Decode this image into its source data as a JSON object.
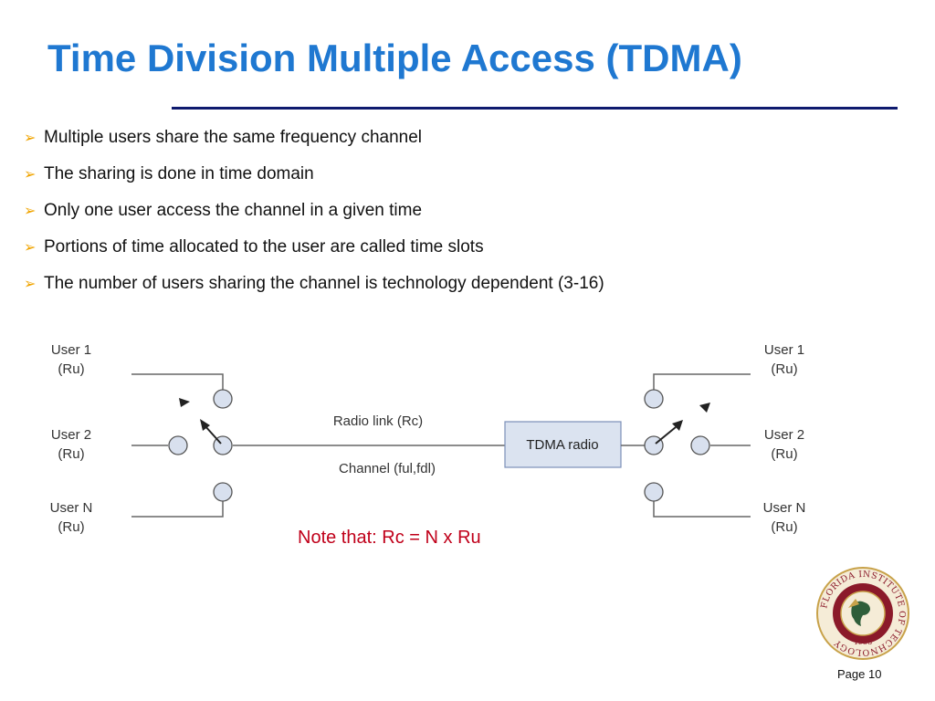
{
  "slide": {
    "title": "Time Division Multiple Access (TDMA)",
    "bullets": [
      "Multiple users share the same frequency channel",
      "The sharing is done in time domain",
      "Only one user access the channel in a given time",
      "Portions of time allocated to the user are called time slots",
      "The number of users sharing the channel is technology dependent (3-16)"
    ],
    "bullet_icon": "arrow-bullet-icon",
    "note": "Note that: Rc = N x Ru",
    "page": "Page 10"
  },
  "diagram": {
    "left_users": [
      {
        "name": "User 1",
        "rate": "(Ru)"
      },
      {
        "name": "User 2",
        "rate": "(Ru)"
      },
      {
        "name": "User N",
        "rate": "(Ru)"
      }
    ],
    "right_users": [
      {
        "name": "User 1",
        "rate": "(Ru)"
      },
      {
        "name": "User 2",
        "rate": "(Ru)"
      },
      {
        "name": "User N",
        "rate": "(Ru)"
      }
    ],
    "link_label": "Radio link (Rc)",
    "channel_label": "Channel (ful,fdl)",
    "radio_box": "TDMA radio",
    "colors": {
      "line": "#666666",
      "terminal_fill": "#d8e0ee",
      "box_fill": "#dbe3f0",
      "box_border": "#7b8fb8"
    }
  },
  "logo": {
    "text": "FLORIDA INSTITUTE OF TECHNOLOGY",
    "year": "1958",
    "colors": {
      "ring": "#8b1a2a",
      "inner": "#f5ecd7",
      "gold": "#c8a24a"
    }
  },
  "colors": {
    "title": "#1f78d1",
    "title_rule": "#0e1a6e",
    "bullet_arrow": "#f0a400",
    "note": "#c0001a"
  }
}
